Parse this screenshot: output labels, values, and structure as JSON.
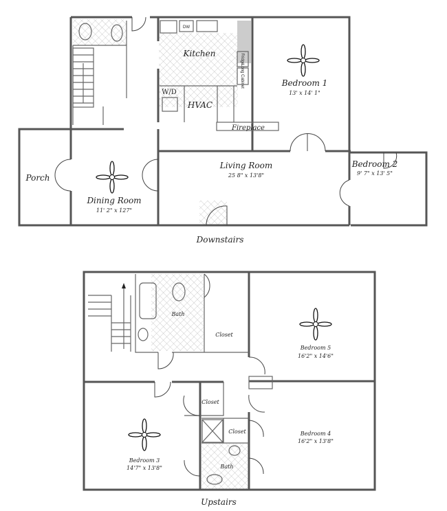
{
  "downstairs": {
    "title": "Downstairs",
    "kitchen": "Kitchen",
    "dw": "DW",
    "fridge": "Fridge",
    "long_cabinet": "Long Cabinet",
    "wd": "W/D",
    "hvac": "HVAC",
    "fireplace": "Fireplace",
    "bedroom1": {
      "name": "Bedroom 1",
      "size": "13' x 14' 1\""
    },
    "living_room": {
      "name": "Living Room",
      "size": "25 8\" x 13'8\""
    },
    "bedroom2": {
      "name": "Bedroom 2",
      "size": "9' 7\" x 13' 5\""
    },
    "porch": "Porch",
    "dining_room": {
      "name": "Dining Room",
      "size": "11' 2\" x 127\""
    }
  },
  "upstairs": {
    "title": "Upstairs",
    "bath_top": "Bath",
    "closet_top": "Closet",
    "bedroom5": {
      "name": "Bedroom 5",
      "size": "16'2\" x 14'6\""
    },
    "closet_mid": "Closet",
    "closet_small": "Closet",
    "bedroom4": {
      "name": "Bedroom 4",
      "size": "16'2\" x 13'8\""
    },
    "bedroom3": {
      "name": "Bedroom 3",
      "size": "14'7\" x 13'8\""
    },
    "bath_bottom": "Bath"
  }
}
